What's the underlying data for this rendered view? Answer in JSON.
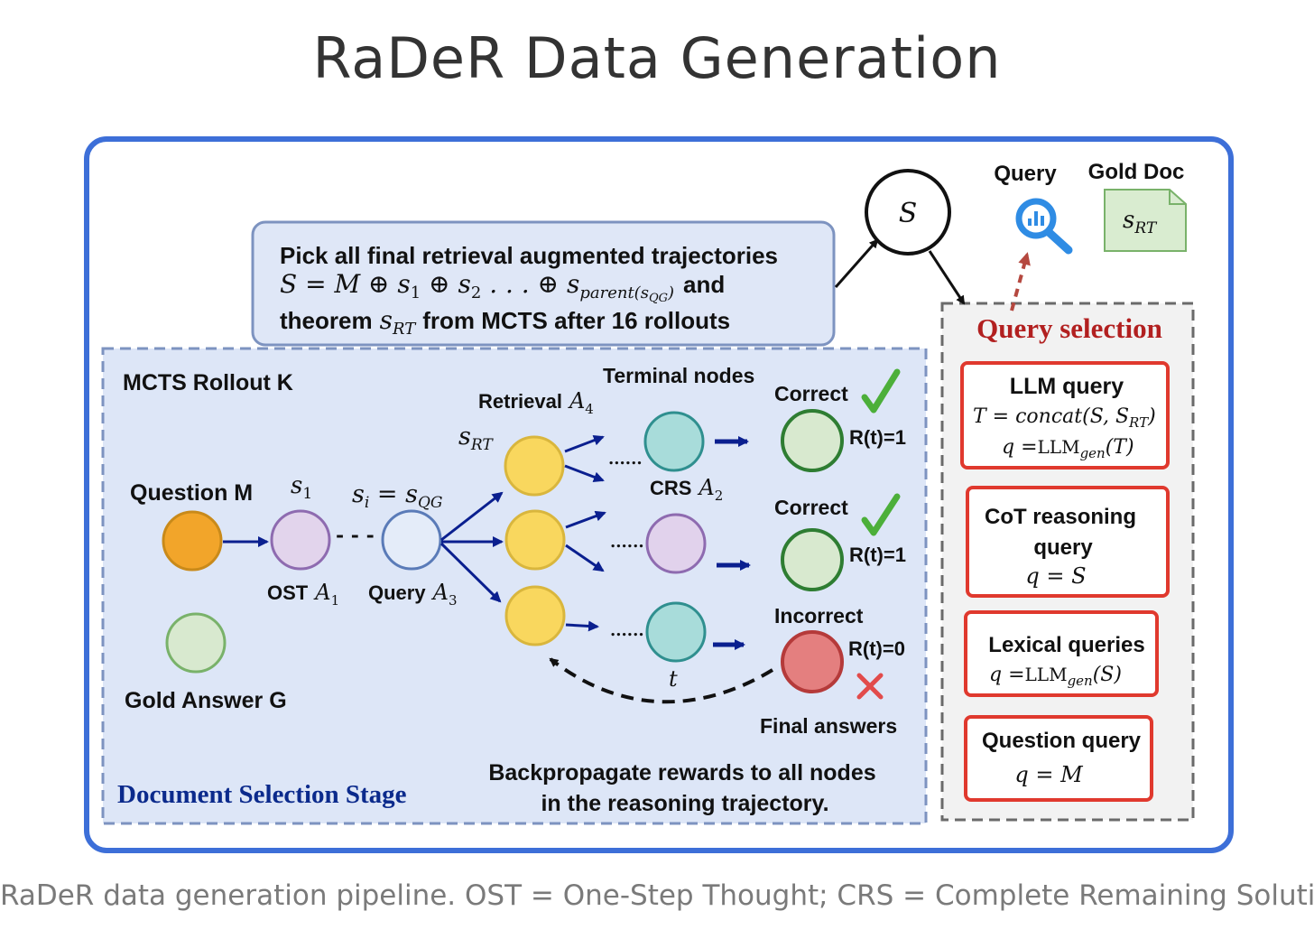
{
  "title": "RaDeR Data Generation",
  "caption": "RaDeR data generation pipeline. OST = One-Step Thought; CRS = Complete Remaining Solution.",
  "top": {
    "s_node": "S",
    "query_label": "Query",
    "gold_doc_label": "Gold Doc",
    "gold_doc_var": "s",
    "gold_doc_sub": "RT"
  },
  "pick_box": {
    "line1": "Pick all final retrieval augmented  trajectories",
    "line2_math": "S = M ⊕ s",
    "line2_sub1": "1",
    "line2_mid": " ⊕ s",
    "line2_sub2": "2",
    "line2_dots": " . . . ⊕ s",
    "line2_sub3": "parent(s",
    "line2_sub3b": "QG",
    "line2_sub3c": ")",
    "line2_and": "and",
    "line3a": "theorem",
    "line3_var": "s",
    "line3_sub": "RT",
    "line3b": "from MCTS after 16 rollouts"
  },
  "mcts": {
    "rollout_label": "MCTS Rollout K",
    "terminal_label": "Terminal nodes",
    "question_label": "Question M",
    "s1_var": "s",
    "s1_sub": "1",
    "si_var": "s",
    "si_sub": "i",
    "si_eq": " = s",
    "si_sub2": "QG",
    "srt_var": "s",
    "srt_sub": "RT",
    "retrieval_label": "Retrieval",
    "retrieval_var": "A",
    "retrieval_sub": "4",
    "crs_label": "CRS",
    "crs_var": "A",
    "crs_sub": "2",
    "ost_label": "OST",
    "ost_var": "A",
    "ost_sub": "1",
    "query_label": "Query",
    "query_var": "A",
    "query_sub": "3",
    "t_label": "t",
    "gold_answer_label": "Gold Answer G",
    "dots": "......",
    "dash": "- - -",
    "correct1": "Correct",
    "correct2": "Correct",
    "incorrect": "Incorrect",
    "reward1": "R(t)=1",
    "reward2": "R(t)=1",
    "reward0": "R(t)=0",
    "final_answers": "Final answers",
    "backprop1": "Backpropagate rewards to all nodes",
    "backprop2": "in the reasoning trajectory.",
    "stage_label": "Document Selection Stage"
  },
  "query_selection": {
    "title": "Query selection",
    "llm_title": "LLM query",
    "llm_f1a": "T = concat(S, S",
    "llm_f1sub": "RT",
    "llm_f1b": ")",
    "llm_f2a": "q =",
    "llm_f2llm": "LLM",
    "llm_f2sub": "gen",
    "llm_f2b": "(T)",
    "cot_title1": "CoT reasoning",
    "cot_title2": "query",
    "cot_formula": "q = S",
    "lex_title": "Lexical queries",
    "lex_fa": "q =",
    "lex_llm": "LLM",
    "lex_sub": "gen",
    "lex_fb": "(S)",
    "qq_title": "Question query",
    "qq_formula": "q = M"
  },
  "colors": {
    "outer_border": "#3d6fd8",
    "panel_fill": "#dde6f7",
    "panel_border": "#7d93c0",
    "query_border": "#6a6a6a",
    "red_box": "#e0392e",
    "query_sel_title": "#b22020",
    "question_node": "#f2a52a",
    "s1_node": "#e2d4ec",
    "query_node": "#e4ecf9",
    "yellow_node": "#f9d75e",
    "teal_node": "#a8dcda",
    "lilac_node": "#e1d2ec",
    "green_node": "#d8e9cf",
    "red_node": "#e47f7f",
    "terminal_text": "#7a1f7a",
    "reward_green": "#2e7d32",
    "reward_red": "#c0241c",
    "arrow_blue": "#0a1f8f",
    "stage_text": "#0b2a8c",
    "gold_doc_fill": "#d9ecd0",
    "search_icon": "#2f8ce4"
  },
  "icons": {
    "check": "check-icon",
    "cross": "cross-icon",
    "search": "search-chart-icon",
    "document": "gold-doc-icon"
  }
}
